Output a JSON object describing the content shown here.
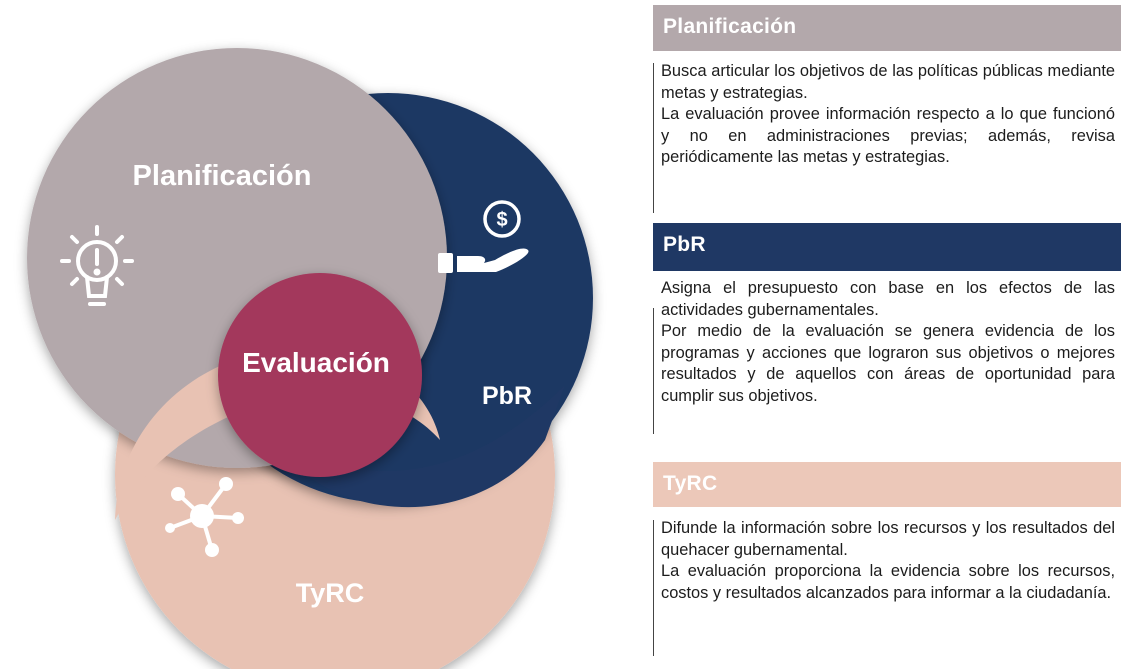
{
  "diagram": {
    "planificacion_label": "Planificación",
    "pbr_label": "PbR",
    "evaluacion_label": "Evaluación",
    "tyrc_label": "TyRC",
    "icons": {
      "planificacion": "lightbulb-icon",
      "pbr": "money-hand-icon",
      "tyrc": "network-icon"
    },
    "colors": {
      "planificacion": "#b3a8ab",
      "pbr": "#1f3864",
      "tyrc": "#e8c2b3",
      "evaluacion": "#a3375c"
    }
  },
  "sections": [
    {
      "title": "Planificación",
      "header_color": "#b3a8ab",
      "paragraphs": [
        "Busca articular los objetivos de las políticas públicas mediante metas y estrategias.",
        "La evaluación provee información respecto a lo que funcionó y no en administraciones previas; además, revisa periódicamente las metas y estrategias."
      ]
    },
    {
      "title": "PbR",
      "header_color": "#1f3864",
      "paragraphs": [
        "Asigna el presupuesto con base en los efectos de las actividades gubernamentales.",
        "Por medio de la evaluación se genera evidencia de los programas y acciones que lograron sus objetivos o mejores resultados y de aquellos con áreas de oportunidad para cumplir sus objetivos."
      ]
    },
    {
      "title": "TyRC",
      "header_color": "#ecc8b9",
      "paragraphs": [
        "Difunde la información sobre los recursos y los resultados del quehacer gubernamental.",
        "La evaluación proporciona la evidencia sobre los recursos, costos y resultados alcanzados para informar a la ciudadanía."
      ]
    }
  ]
}
